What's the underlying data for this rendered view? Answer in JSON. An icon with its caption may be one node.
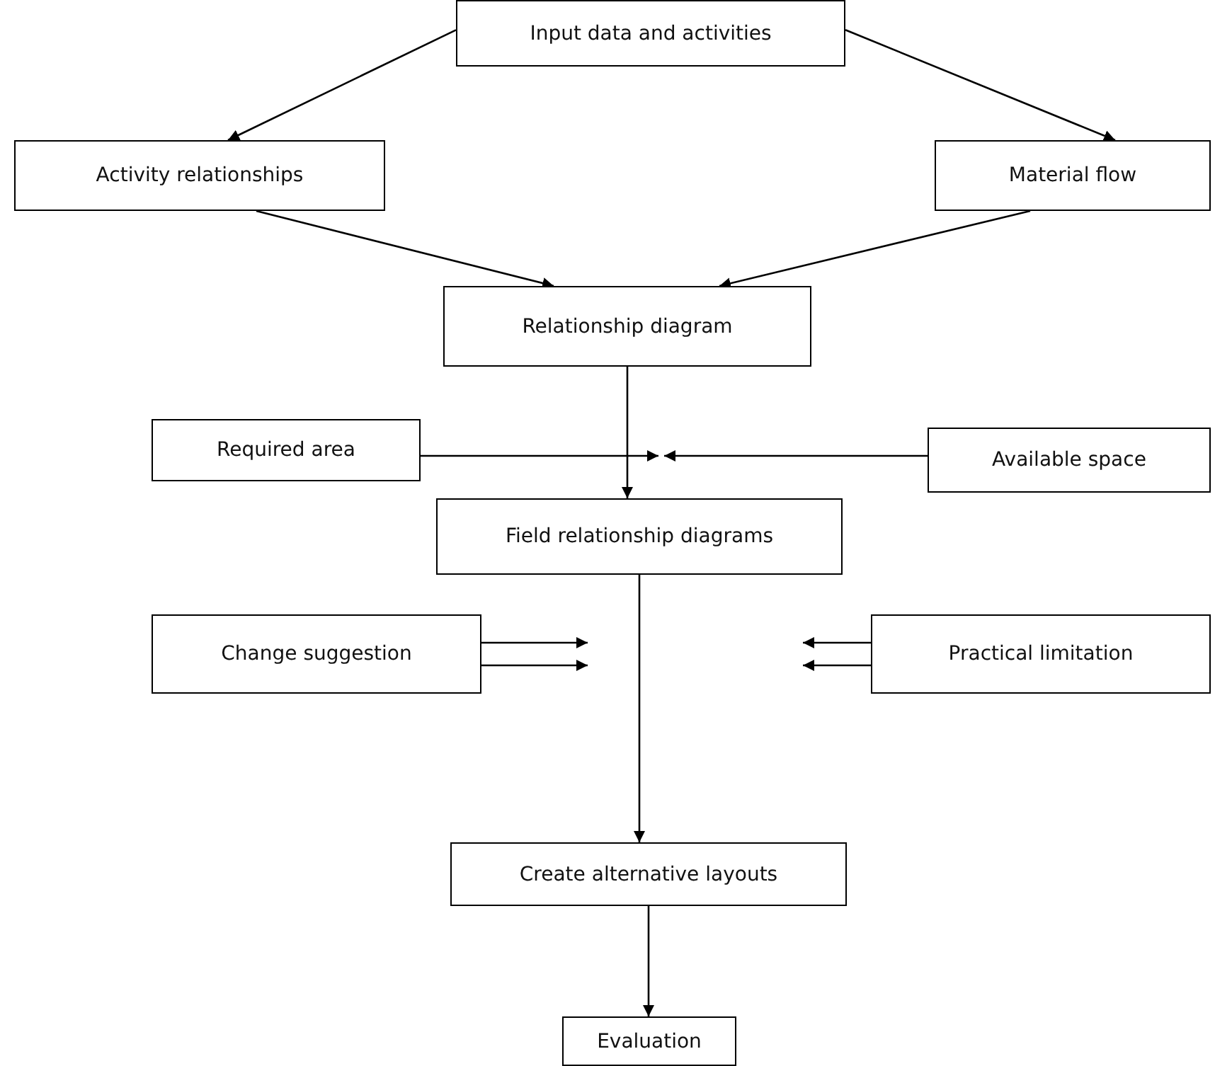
{
  "diagram": {
    "nodes": [
      {
        "text": [
          "Input data and activities"
        ]
      },
      {
        "text": [
          "Activity relationships"
        ]
      },
      {
        "text": [
          "Material flow"
        ]
      },
      {
        "text": [
          "Relationship diagram"
        ]
      },
      {
        "text": [
          "Required area"
        ]
      },
      {
        "text": [
          "Available space"
        ]
      },
      {
        "text": [
          "Field relationship diagrams"
        ]
      },
      {
        "text": [
          "Change suggestion"
        ]
      },
      {
        "text": [
          "Practical limitation"
        ]
      },
      {
        "text": [
          "Create alternative layouts"
        ]
      },
      {
        "text": [
          "Evaluation"
        ]
      }
    ],
    "edges": [
      {
        "from": 0,
        "to": 1,
        "arrow": "to"
      },
      {
        "from": 0,
        "to": 2,
        "arrow": "to"
      },
      {
        "from": 1,
        "to": 3,
        "arrow": "to"
      },
      {
        "from": 2,
        "to": 3,
        "arrow": "to"
      },
      {
        "from": 3,
        "to": 6,
        "arrow": "to"
      },
      {
        "from": 4,
        "to": null,
        "arrow": "to"
      },
      {
        "from": 5,
        "to": null,
        "arrow": "to"
      },
      {
        "from": 6,
        "to": 9,
        "arrow": "to"
      },
      {
        "from": 7,
        "to": null,
        "arrow": "to"
      },
      {
        "from": 7,
        "to": null,
        "arrow": "to"
      },
      {
        "from": 8,
        "to": null,
        "arrow": "to"
      },
      {
        "from": 8,
        "to": null,
        "arrow": "to"
      },
      {
        "from": 9,
        "to": 10,
        "arrow": "to"
      }
    ]
  }
}
